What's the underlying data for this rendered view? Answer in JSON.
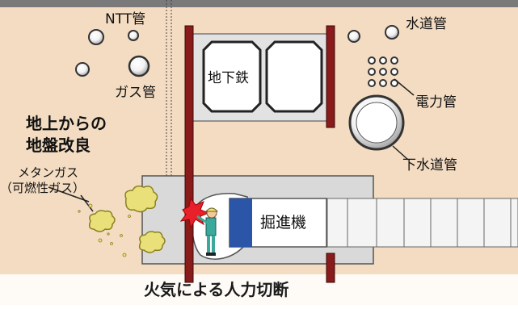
{
  "labels": {
    "ntt": "NTT管",
    "gas": "ガス管",
    "water": "水道管",
    "power": "電力管",
    "sewer": "下水道管",
    "subway": "地下鉄",
    "ground_improve_1": "地上からの",
    "ground_improve_2": "地盤改良",
    "methane_1": "メタンガス",
    "methane_2": "（可燃性ガス）",
    "machine": "掘進機",
    "cutting": "火気による人力切断"
  },
  "colors": {
    "soil": "#f3dcc2",
    "top_strip": "#7a7a7a",
    "box": "#d9d9d9",
    "box_border": "#555555",
    "pillar": "#8a1b1b",
    "cloud": "#e9e07a",
    "spark": "#e8202a",
    "cutter": "#2b55a6"
  },
  "icons": {
    "pipe": "pipe-circle-icon",
    "methane": "gas-cloud-icon",
    "spark": "spark-icon",
    "worker": "worker-icon"
  }
}
